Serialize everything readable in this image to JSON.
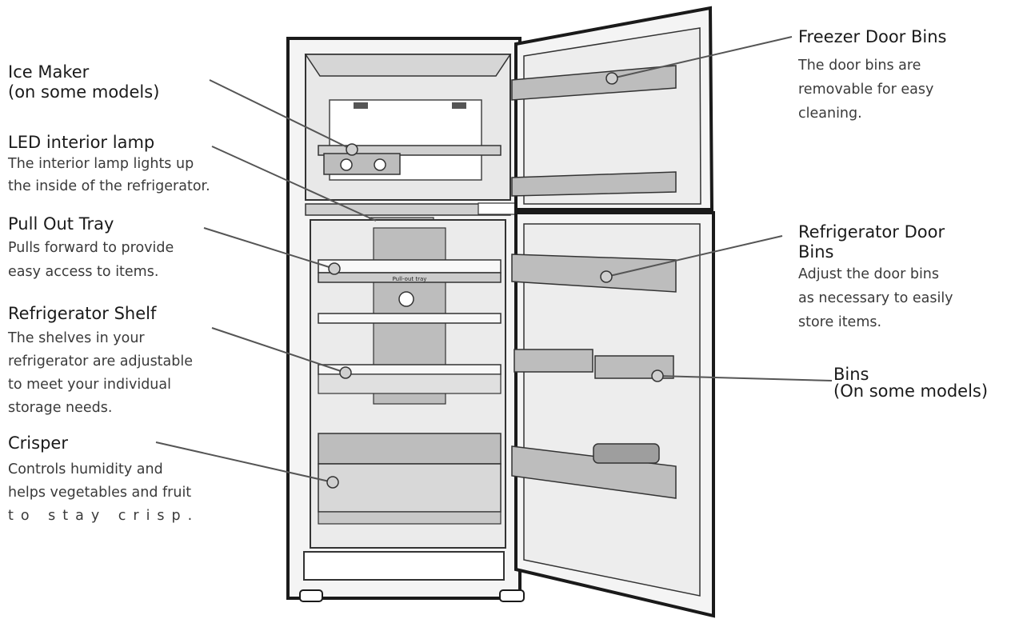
{
  "labels": {
    "ice_maker": {
      "title_lines": [
        "Ice Maker",
        "(on some models)"
      ]
    },
    "led_lamp": {
      "title": "LED interior lamp",
      "desc_lines": [
        "The interior lamp lights up",
        "the inside of the refrigerator."
      ]
    },
    "pull_out_tray": {
      "title": "Pull Out Tray",
      "desc_lines": [
        "Pulls forward to provide",
        "easy access to items."
      ]
    },
    "fridge_shelf": {
      "title": "Refrigerator Shelf",
      "desc_lines": [
        "The shelves in your",
        "refrigerator are adjustable",
        "to meet your individual",
        "storage needs."
      ]
    },
    "crisper": {
      "title": "Crisper",
      "desc_lines": [
        "Controls  humidity  and",
        "helps vegetables and fruit",
        "to stay crisp."
      ]
    },
    "freezer_door_bins": {
      "title": "Freezer Door Bins",
      "desc_lines": [
        "The door bins are",
        "removable for easy",
        "cleaning."
      ]
    },
    "fridge_door_bins": {
      "title_lines": [
        "Refrigerator Door",
        "Bins"
      ],
      "desc_lines": [
        "Adjust the door bins",
        "as necessary to easily",
        "store items."
      ]
    },
    "bins": {
      "title_lines": [
        "Bins",
        "(On some models)"
      ]
    }
  },
  "tray_sticker": "Pull-out tray",
  "colors": {
    "outline": "#1a1a1a",
    "interior": "#e8e8e8",
    "panel": "#bdbdbd",
    "leader": "#555555",
    "marker": "#d0d0d0"
  }
}
